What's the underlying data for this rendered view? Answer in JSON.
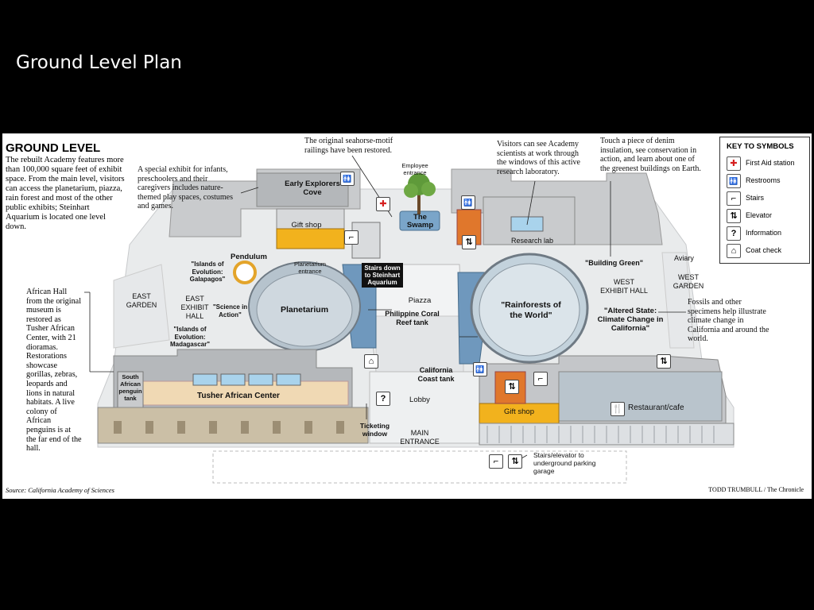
{
  "slide_title": "Ground Level Plan",
  "figure": {
    "title": "GROUND LEVEL",
    "intro": "The rebuilt Academy features more than 100,000 square feet of exhibit space. From the main level, visitors can access the planetarium, piazza, rain forest and most of the other public exhibits; Steinhart Aquarium is located one level down.",
    "source": "Source: California Academy of Sciences",
    "credit": "TODD TRUMBULL / The Chronicle",
    "callouts": {
      "seahorse": "The original seahorse-motif railings have been restored.",
      "early_explorers": "A special exhibit for infants, preschoolers and their caregivers includes nature-themed play spaces, costumes and games.",
      "scientists": "Visitors can see Academy scientists at work through the windows of this active research laboratory.",
      "denim": "Touch a piece of denim insulation, see conservation in action, and learn about one of the greenest buildings on Earth.",
      "fossils": "Fossils and other specimens help illustrate climate change in California and around the world.",
      "african_hall": "African Hall from the original museum is restored as Tusher African Center, with 21 dioramas. Restorations showcase gorillas, zebras, leopards and lions in natural habitats. A live colony of African penguins is at the far end of the hall.",
      "parking": "Stairs/elevator to underground parking garage"
    },
    "labels": {
      "employee_entrance": "Employee entrance",
      "early_explorers_cove": "Early Explorers Cove",
      "gift_shop_top": "Gift shop",
      "the_swamp": "The Swamp",
      "research_lab": "Research lab",
      "pendulum": "Pendulum",
      "planetarium_entrance": "Planetarium entrance",
      "stairs_down": "Stairs down to Steinhart Aquarium",
      "islands_galapagos": "\"Islands of Evolution: Galapagos\"",
      "islands_madagascar": "\"Islands of Evolution: Madagascar\"",
      "science_in_action": "\"Science in Action\"",
      "east_garden": "EAST GARDEN",
      "east_exhibit_hall": "EAST EXHIBIT HALL",
      "planetarium": "Planetarium",
      "philippine_reef": "Philippine Coral Reef tank",
      "piazza": "Piazza",
      "rainforests": "\"Rainforests of the World\"",
      "building_green": "\"Building Green\"",
      "aviary": "Aviary",
      "west_garden": "WEST GARDEN",
      "west_exhibit_hall": "WEST EXHIBIT HALL",
      "altered_state": "\"Altered State: Climate Change in California\"",
      "south_african_penguin": "South African penguin tank",
      "tusher_center": "Tusher African Center",
      "california_coast": "California Coast tank",
      "lobby": "Lobby",
      "gift_shop_bottom": "Gift shop",
      "restaurant": "Restaurant/cafe",
      "ticketing": "Ticketing window",
      "main_entrance": "MAIN ENTRANCE"
    },
    "key": {
      "title": "KEY TO SYMBOLS",
      "items": [
        {
          "icon": "first-aid-icon",
          "glyph": "✚",
          "label": "First Aid station",
          "color": "#d62020"
        },
        {
          "icon": "restrooms-icon",
          "glyph": "🚻",
          "label": "Restrooms",
          "color": "#111111"
        },
        {
          "icon": "stairs-icon",
          "glyph": "⌐",
          "label": "Stairs",
          "color": "#111111"
        },
        {
          "icon": "elevator-icon",
          "glyph": "⇅",
          "label": "Elevator",
          "color": "#111111"
        },
        {
          "icon": "information-icon",
          "glyph": "?",
          "label": "Information",
          "color": "#111111"
        },
        {
          "icon": "coat-check-icon",
          "glyph": "⌂",
          "label": "Coat check",
          "color": "#111111"
        }
      ]
    },
    "colors": {
      "roof": "#c9cbcd",
      "walls": "#a7aaad",
      "floor": "#eef0f1",
      "water": "#6f98bd",
      "dome": "#b6c3cd",
      "sand": "#f0d9b4",
      "gold": "#f2b21d",
      "orange": "#e0772c"
    }
  }
}
